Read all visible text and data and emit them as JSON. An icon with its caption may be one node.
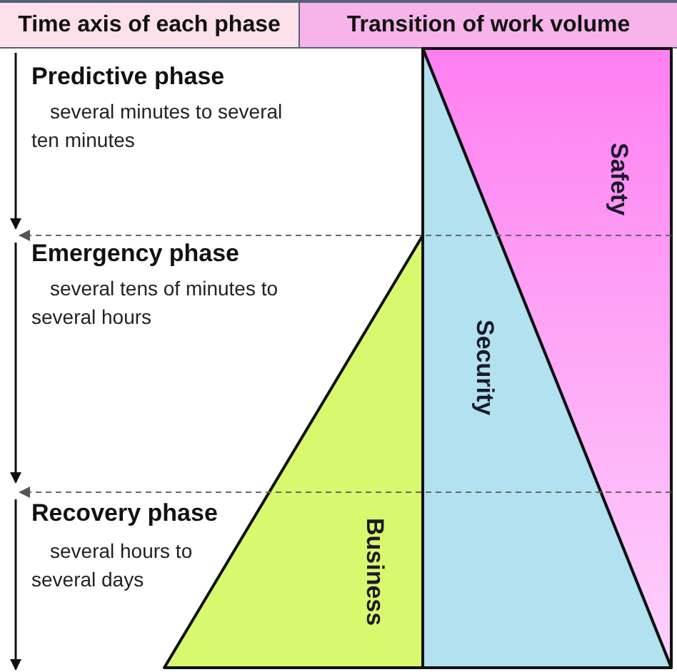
{
  "diagram": {
    "nodes": [
      {
        "text": [
          "Time axis of each phase"
        ]
      },
      {
        "text": [
          "Transition of work volume"
        ]
      },
      {
        "text": [
          "Safety"
        ]
      },
      {
        "text": [
          "Security"
        ]
      },
      {
        "text": [
          "Business"
        ]
      }
    ],
    "labels": [
      "Predictive phase",
      "several minutes to several ten minutes",
      "Emergency phase",
      "several tens of minutes to several hours",
      "Recovery phase",
      "several hours to several days"
    ]
  }
}
